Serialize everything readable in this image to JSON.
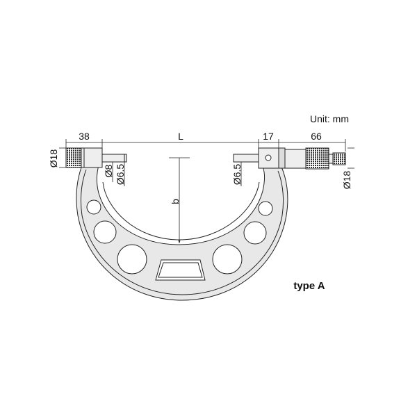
{
  "unit_label": "Unit: mm",
  "type_label": "type A",
  "dimensions": {
    "left_head_length": "38",
    "span": "L",
    "right_head_length": "17",
    "thimble_length": "66",
    "depth": "b",
    "left_diameter": "Ø18",
    "spindle_diameter": "Ø8",
    "spindle_tip_diameter": "Ø6.5",
    "anvil_diameter": "Ø6.5",
    "right_diameter": "Ø18"
  },
  "colors": {
    "frame_fill": "#e8e8e8",
    "line": "#222222"
  }
}
